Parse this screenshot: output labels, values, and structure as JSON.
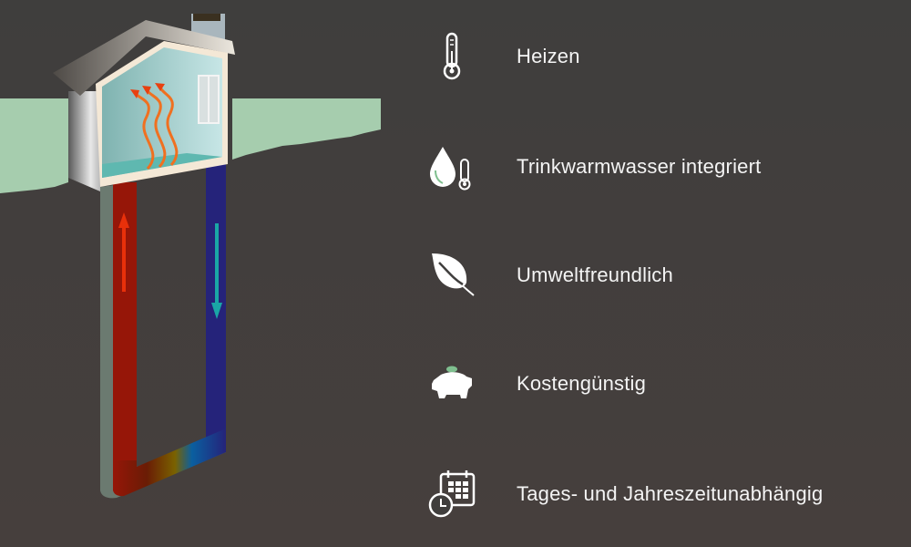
{
  "features": [
    {
      "label": "Heizen",
      "icon": "thermometer-icon"
    },
    {
      "label": "Trinkwarmwasser integriert",
      "icon": "water-drop-thermometer-icon"
    },
    {
      "label": "Umweltfreundlich",
      "icon": "leaf-icon"
    },
    {
      "label": "Kostengünstig",
      "icon": "piggy-bank-icon"
    },
    {
      "label": "Tages- und Jahreszeitunabhängig",
      "icon": "calendar-clock-icon"
    }
  ],
  "colors": {
    "background": "#403e3d",
    "grass": "#a6cdae",
    "accent_green": "#7fbf8f",
    "hot": "#9a1a08",
    "cold": "#25237a"
  }
}
